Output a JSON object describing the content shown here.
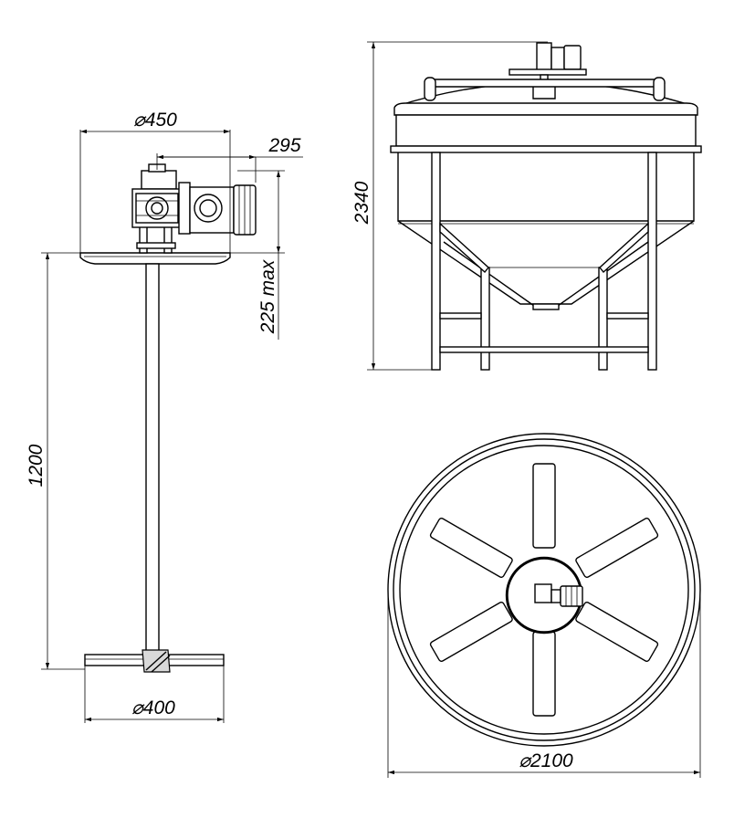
{
  "dimensions": {
    "shaft_disk_diameter": "⌀450",
    "motor_offset": "295",
    "motor_height": "225 max",
    "shaft_length": "1200",
    "impeller_diameter": "⌀400",
    "tank_height": "2340",
    "tank_diameter": "⌀2100"
  }
}
